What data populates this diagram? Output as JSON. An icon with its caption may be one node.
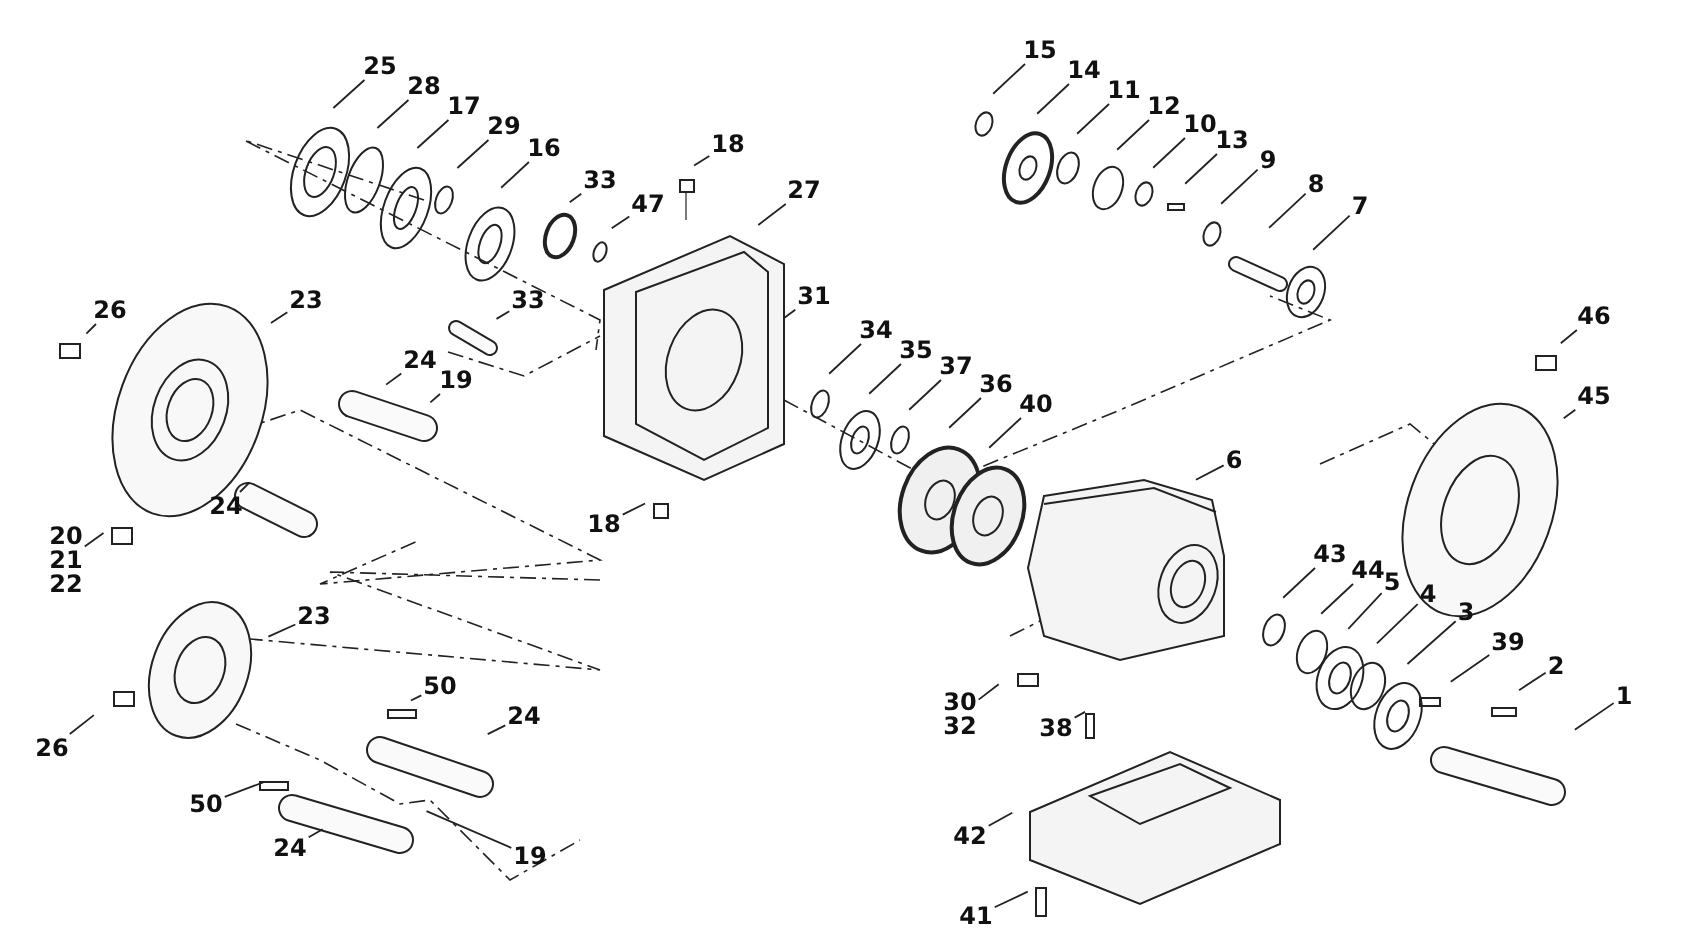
{
  "diagram": {
    "nodes": [
      {
        "text": [
          "25"
        ]
      },
      {
        "text": [
          "28"
        ]
      },
      {
        "text": [
          "17"
        ]
      },
      {
        "text": [
          "29"
        ]
      },
      {
        "text": [
          "16"
        ]
      },
      {
        "text": [
          "33"
        ]
      },
      {
        "text": [
          "47"
        ]
      },
      {
        "text": [
          "18"
        ]
      },
      {
        "text": [
          "27"
        ]
      },
      {
        "text": [
          "15"
        ]
      },
      {
        "text": [
          "14"
        ]
      },
      {
        "text": [
          "11"
        ]
      },
      {
        "text": [
          "12"
        ]
      },
      {
        "text": [
          "10"
        ]
      },
      {
        "text": [
          "13"
        ]
      },
      {
        "text": [
          "9"
        ]
      },
      {
        "text": [
          "8"
        ]
      },
      {
        "text": [
          "7"
        ]
      },
      {
        "text": [
          "33"
        ]
      },
      {
        "text": [
          "31"
        ]
      },
      {
        "text": [
          "23"
        ]
      },
      {
        "text": [
          "26"
        ]
      },
      {
        "text": [
          "46"
        ]
      },
      {
        "text": [
          "34"
        ]
      },
      {
        "text": [
          "35"
        ]
      },
      {
        "text": [
          "37"
        ]
      },
      {
        "text": [
          "36"
        ]
      },
      {
        "text": [
          "24"
        ]
      },
      {
        "text": [
          "19"
        ]
      },
      {
        "text": [
          "40"
        ]
      },
      {
        "text": [
          "45"
        ]
      },
      {
        "text": [
          "6"
        ]
      },
      {
        "text": [
          "24"
        ]
      },
      {
        "text": [
          "18"
        ]
      },
      {
        "text": [
          "20",
          "21",
          "22"
        ]
      },
      {
        "text": [
          "43"
        ]
      },
      {
        "text": [
          "44"
        ]
      },
      {
        "text": [
          "5"
        ]
      },
      {
        "text": [
          "4"
        ]
      },
      {
        "text": [
          "3"
        ]
      },
      {
        "text": [
          "39"
        ]
      },
      {
        "text": [
          "23"
        ]
      },
      {
        "text": [
          "2"
        ]
      },
      {
        "text": [
          "1"
        ]
      },
      {
        "text": [
          "30",
          "32"
        ]
      },
      {
        "text": [
          "38"
        ]
      },
      {
        "text": [
          "26"
        ]
      },
      {
        "text": [
          "50"
        ]
      },
      {
        "text": [
          "24"
        ]
      },
      {
        "text": [
          "50"
        ]
      },
      {
        "text": [
          "24"
        ]
      },
      {
        "text": [
          "19"
        ]
      },
      {
        "text": [
          "42"
        ]
      },
      {
        "text": [
          "41"
        ]
      }
    ],
    "edges": [
      {
        "from": 0,
        "to": null,
        "arrow": "none"
      },
      {
        "from": 1,
        "to": null,
        "arrow": "none"
      },
      {
        "from": 2,
        "to": null,
        "arrow": "none"
      },
      {
        "from": 3,
        "to": null,
        "arrow": "none"
      },
      {
        "from": 4,
        "to": null,
        "arrow": "none"
      },
      {
        "from": 5,
        "to": null,
        "arrow": "none"
      },
      {
        "from": 6,
        "to": null,
        "arrow": "none"
      },
      {
        "from": 7,
        "to": null,
        "arrow": "none"
      },
      {
        "from": 8,
        "to": null,
        "arrow": "none"
      },
      {
        "from": 9,
        "to": null,
        "arrow": "none"
      },
      {
        "from": 10,
        "to": null,
        "arrow": "none"
      },
      {
        "from": 11,
        "to": null,
        "arrow": "none"
      },
      {
        "from": 12,
        "to": null,
        "arrow": "none"
      },
      {
        "from": 13,
        "to": null,
        "arrow": "none"
      },
      {
        "from": 14,
        "to": null,
        "arrow": "none"
      },
      {
        "from": 15,
        "to": null,
        "arrow": "none"
      },
      {
        "from": 16,
        "to": null,
        "arrow": "none"
      },
      {
        "from": 17,
        "to": null,
        "arrow": "none"
      },
      {
        "from": 18,
        "to": null,
        "arrow": "none"
      },
      {
        "from": 19,
        "to": null,
        "arrow": "none"
      },
      {
        "from": 20,
        "to": null,
        "arrow": "none"
      },
      {
        "from": 21,
        "to": null,
        "arrow": "none"
      },
      {
        "from": 22,
        "to": null,
        "arrow": "none"
      },
      {
        "from": 23,
        "to": null,
        "arrow": "none"
      },
      {
        "from": 24,
        "to": null,
        "arrow": "none"
      },
      {
        "from": 25,
        "to": null,
        "arrow": "none"
      },
      {
        "from": 26,
        "to": null,
        "arrow": "none"
      },
      {
        "from": 27,
        "to": null,
        "arrow": "none"
      },
      {
        "from": 28,
        "to": null,
        "arrow": "none"
      },
      {
        "from": 29,
        "to": null,
        "arrow": "none"
      },
      {
        "from": 30,
        "to": null,
        "arrow": "none"
      },
      {
        "from": 31,
        "to": null,
        "arrow": "none"
      },
      {
        "from": 32,
        "to": null,
        "arrow": "none"
      },
      {
        "from": 33,
        "to": null,
        "arrow": "none"
      },
      {
        "from": 34,
        "to": null,
        "arrow": "none"
      },
      {
        "from": 35,
        "to": null,
        "arrow": "none"
      },
      {
        "from": 36,
        "to": null,
        "arrow": "none"
      },
      {
        "from": 37,
        "to": null,
        "arrow": "none"
      },
      {
        "from": 38,
        "to": null,
        "arrow": "none"
      },
      {
        "from": 39,
        "to": null,
        "arrow": "none"
      },
      {
        "from": 40,
        "to": null,
        "arrow": "none"
      },
      {
        "from": 41,
        "to": null,
        "arrow": "none"
      },
      {
        "from": 42,
        "to": null,
        "arrow": "none"
      },
      {
        "from": 43,
        "to": null,
        "arrow": "none"
      },
      {
        "from": 44,
        "to": null,
        "arrow": "none"
      },
      {
        "from": 45,
        "to": null,
        "arrow": "none"
      },
      {
        "from": 46,
        "to": null,
        "arrow": "none"
      },
      {
        "from": 47,
        "to": null,
        "arrow": "none"
      },
      {
        "from": 48,
        "to": null,
        "arrow": "none"
      },
      {
        "from": 49,
        "to": null,
        "arrow": "none"
      },
      {
        "from": 50,
        "to": null,
        "arrow": "none"
      },
      {
        "from": 51,
        "to": null,
        "arrow": "none"
      },
      {
        "from": 52,
        "to": null,
        "arrow": "none"
      },
      {
        "from": 53,
        "to": null,
        "arrow": "none"
      }
    ]
  }
}
